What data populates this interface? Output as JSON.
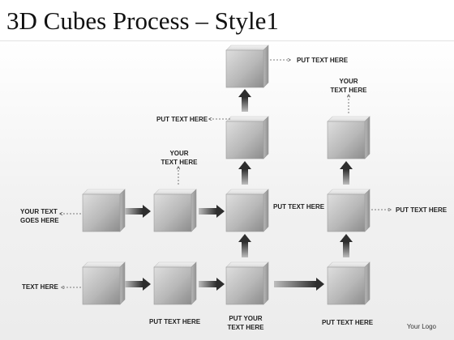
{
  "title": "3D Cubes Process – Style1",
  "logo": "Your Logo",
  "labels": {
    "top": "PUT TEXT HERE",
    "your_text_right": "YOUR\nTEXT HERE",
    "mid_left": "PUT TEXT HERE",
    "your_text_mid": "YOUR\nTEXT HERE",
    "left_upper": "YOUR TEXT\nGOES HERE",
    "center_right": "PUT TEXT HERE",
    "far_right": "PUT TEXT HERE",
    "left_lower": "TEXT HERE",
    "bottom_1": "PUT TEXT HERE",
    "bottom_2": "PUT YOUR\nTEXT HERE",
    "bottom_3": "PUT TEXT HERE"
  },
  "colors": {
    "cube_front_light": "#d6d6d6",
    "cube_front_dark": "#8e8e8e",
    "cube_top": "#e9e9e9",
    "cube_side": "#a9a9a9",
    "arrow": "#3a3a3a",
    "dotted": "#555555"
  }
}
